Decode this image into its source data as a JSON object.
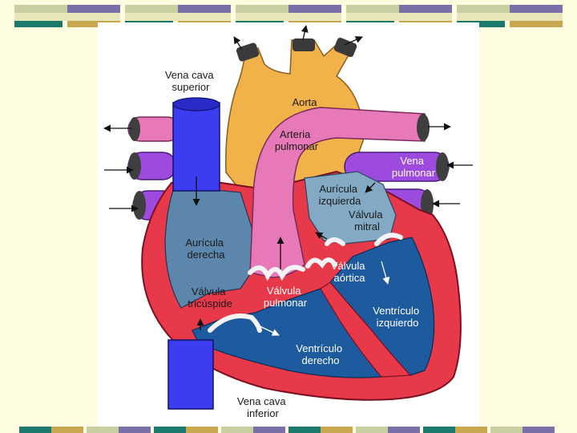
{
  "labels": {
    "vena_cava_superior": [
      "Vena cava",
      "superior"
    ],
    "aorta": [
      "Aorta"
    ],
    "arteria_pulmonar": [
      "Arteria",
      "pulmonar"
    ],
    "vena_pulmonar": [
      "Vena",
      "pulmonar"
    ],
    "auricula_izquierda": [
      "Aurícula",
      "izquierda"
    ],
    "valvula_mitral": [
      "Válvula",
      "mitral"
    ],
    "auricula_derecha": [
      "Aurícula",
      "derecha"
    ],
    "valvula_aortica": [
      "Válvula",
      "aórtica"
    ],
    "valvula_tricuspide": [
      "Válvula",
      "tricúspide"
    ],
    "valvula_pulmonar": [
      "Válvula",
      "pulmonar"
    ],
    "ventriculo_izquierdo": [
      "Ventrículo",
      "izquierdo"
    ],
    "ventriculo_derecho": [
      "Ventrículo",
      "derecho"
    ],
    "vena_cava_inferior": [
      "Vena cava",
      "inferior"
    ]
  },
  "colors": {
    "background": "#fffde0",
    "aorta": "#f2b24a",
    "arteria_pulmonar": "#e879b8",
    "vena_cava": "#3c3cf0",
    "vena_pulmonar": "#9d4bde",
    "myocardium": "#e8394a",
    "right_atrium": "#5d86ad",
    "ventricle_blood": "#1d5a9e",
    "valve": "#f4f4f4"
  }
}
